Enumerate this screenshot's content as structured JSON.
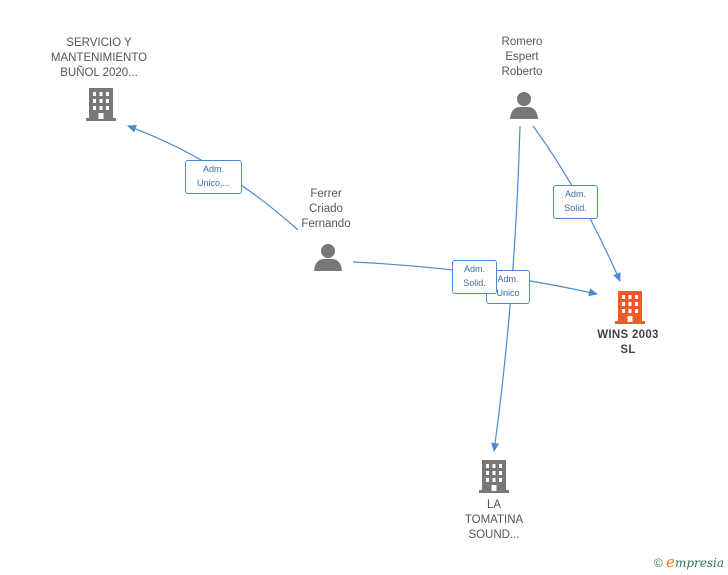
{
  "colors": {
    "edge": "#4a8ad4",
    "icon": "#777777",
    "highlight": "#f05a28"
  },
  "nodes": {
    "servicio": {
      "label": "SERVICIO Y\nMANTENIMIENTO\nBUÑOL 2020...",
      "icon": "building-icon"
    },
    "romero": {
      "label": "Romero\nEspert\nRoberto",
      "icon": "person-icon"
    },
    "ferrer": {
      "label": "Ferrer\nCriado\nFernando",
      "icon": "person-icon"
    },
    "wins": {
      "label": "WINS 2003\nSL",
      "icon": "building-icon"
    },
    "tomatina": {
      "label": "LA\nTOMATINA\nSOUND...",
      "icon": "building-icon"
    }
  },
  "edge_labels": {
    "ferrer_servicio": "Adm.\nUnico,...",
    "romero_wins": "Adm.\nSolid.",
    "ferrer_wins": "Adm.\nSolid.",
    "romero_tomatina": "Adm.\nUnico"
  },
  "footer": {
    "copyright": "©",
    "brand_initial": "e",
    "brand_rest": "mpresia"
  }
}
